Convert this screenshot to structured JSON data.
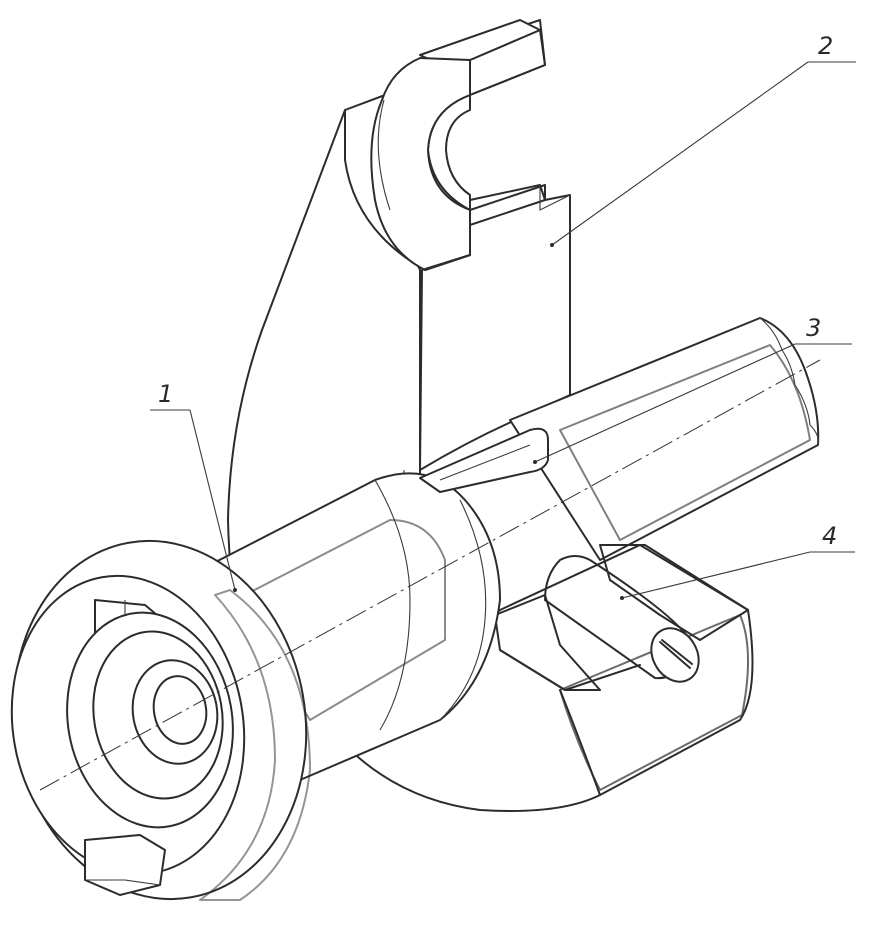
{
  "callouts": [
    {
      "id": "1",
      "label": "1"
    },
    {
      "id": "2",
      "label": "2"
    },
    {
      "id": "3",
      "label": "3"
    },
    {
      "id": "4",
      "label": "4"
    }
  ],
  "style": {
    "paper": "#ffffff",
    "ink": "#2c2c2c"
  }
}
